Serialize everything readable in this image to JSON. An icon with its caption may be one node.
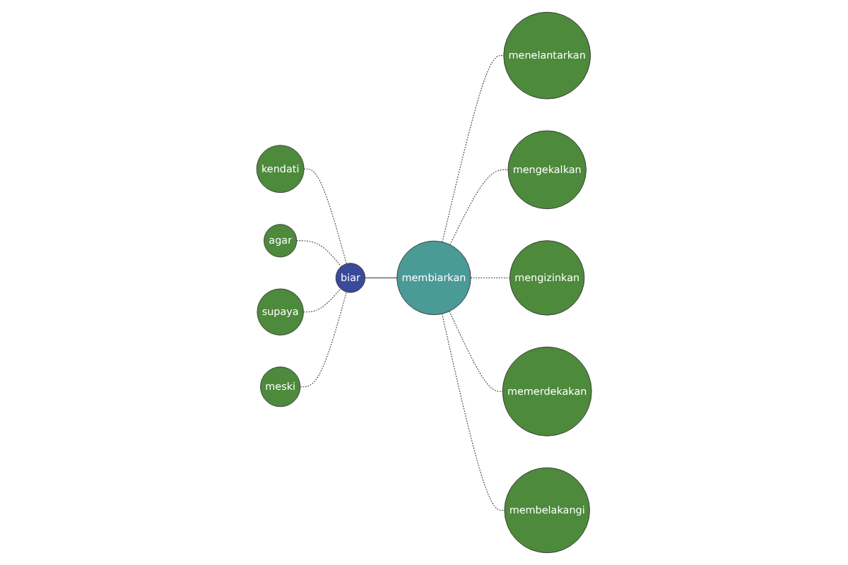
{
  "diagram": {
    "nodes": [
      {
        "text": [
          "menelantarkan"
        ]
      },
      {
        "text": [
          "mengekalkan"
        ]
      },
      {
        "text": [
          "mengizinkan"
        ]
      },
      {
        "text": [
          "membiarkan"
        ]
      },
      {
        "text": [
          "memerdekakan"
        ]
      },
      {
        "text": [
          "kendati"
        ]
      },
      {
        "text": [
          "biar"
        ]
      },
      {
        "text": [
          "membelakangi"
        ]
      },
      {
        "text": [
          "agar"
        ]
      },
      {
        "text": [
          "supaya"
        ]
      },
      {
        "text": [
          "meski"
        ]
      }
    ],
    "edges": [
      {
        "from": 6,
        "to": 3,
        "arrow": "none"
      },
      {
        "from": 3,
        "to": 0,
        "arrow": "none",
        "style": "dashed"
      },
      {
        "from": 3,
        "to": 1,
        "arrow": "none",
        "style": "dashed"
      },
      {
        "from": 3,
        "to": 2,
        "arrow": "none",
        "style": "dashed"
      },
      {
        "from": 3,
        "to": 4,
        "arrow": "none",
        "style": "dashed"
      },
      {
        "from": 3,
        "to": 7,
        "arrow": "none",
        "style": "dashed"
      },
      {
        "from": 6,
        "to": 5,
        "arrow": "none",
        "style": "dashed"
      },
      {
        "from": 6,
        "to": 8,
        "arrow": "none",
        "style": "dashed"
      },
      {
        "from": 6,
        "to": 9,
        "arrow": "none",
        "style": "dashed"
      },
      {
        "from": 6,
        "to": 10,
        "arrow": "none",
        "style": "dashed"
      }
    ]
  }
}
